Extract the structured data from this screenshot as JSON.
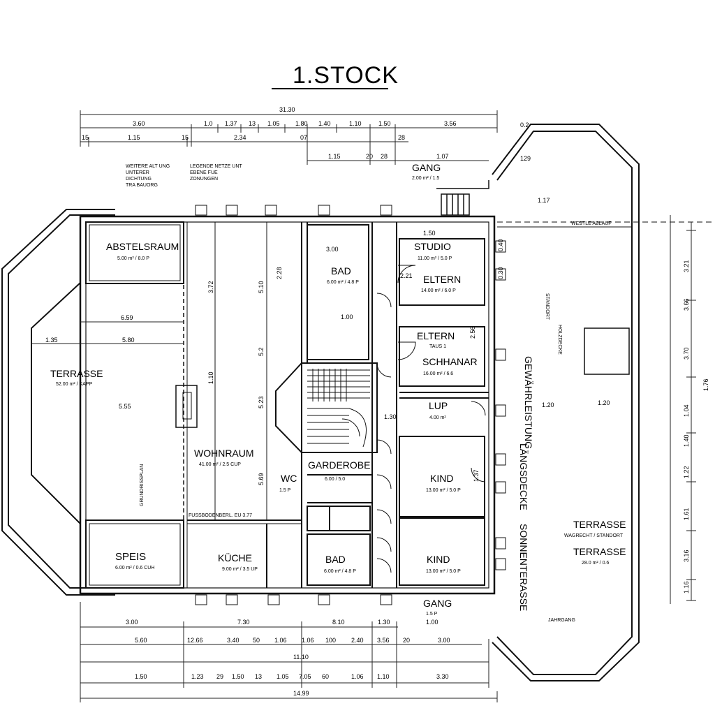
{
  "title": "1.STOCK",
  "rooms": [
    {
      "id": "abstelsraum",
      "label": "ABSTELSRAUM",
      "sub": "5.00 m² / 8.0 P"
    },
    {
      "id": "terrasse-west",
      "label": "TERRASSE",
      "sub": "52.00 m² / KAPP"
    },
    {
      "id": "wohnraum",
      "label": "WOHNRAUM",
      "sub": "41.00 m² / 2.5 CUP"
    },
    {
      "id": "speis",
      "label": "SPEIS",
      "sub": "6.00 m² / 0.6 CUH"
    },
    {
      "id": "kueche",
      "label": "KÜCHE",
      "sub": "9.00 m² / 3.5 UP"
    },
    {
      "id": "bad-upper",
      "label": "BAD",
      "sub": "6.00 m² / 4.8 P"
    },
    {
      "id": "studio",
      "label": "STUDIO",
      "sub": "11.00 m² / 5.0 P"
    },
    {
      "id": "eltern",
      "label": "ELTERN",
      "sub": "14.00 m² / 6.0 P"
    },
    {
      "id": "eltern-schlafen",
      "label": "ELTERN",
      "sub": "TAUS 1"
    },
    {
      "id": "schlafen",
      "label": "SCHHANAR",
      "sub": "16.00 m² / 6.6"
    },
    {
      "id": "wc",
      "label": "WC",
      "sub": "1.5 P"
    },
    {
      "id": "garderobe",
      "label": "GARDEROBE",
      "sub": "6.00 / 5.0"
    },
    {
      "id": "lup",
      "label": "LUP",
      "sub": "4.00 m²"
    },
    {
      "id": "kind-1",
      "label": "KIND",
      "sub": "13.00 m² / 5.0 P"
    },
    {
      "id": "kind-2",
      "label": "KIND",
      "sub": "13.00 m² / 5.0 P"
    },
    {
      "id": "bad-lower",
      "label": "BAD",
      "sub": "6.00 m² / 4.8 P"
    },
    {
      "id": "gang-top",
      "label": "GANG",
      "sub": "2.00 m² / 1.5"
    },
    {
      "id": "gang-bottom",
      "label": "GANG",
      "sub": "1.5 P"
    },
    {
      "id": "terrasse-east-1",
      "label": "TERRASSE",
      "sub": "WAGRECHT / STANDORT"
    },
    {
      "id": "terrasse-east-2",
      "label": "TERRASSE",
      "sub": "28.0 m² / 0.6"
    }
  ],
  "dims": {
    "total_top": "31.30",
    "row_top_1": [
      "3.60",
      "1.0",
      "1.37",
      "13",
      "1.05",
      "1.80",
      "1.40",
      "1.10",
      "1.50",
      "3.56",
      "0.2"
    ],
    "row_top_2": [
      "15",
      "1.15",
      "15",
      "2.34",
      "07",
      "28"
    ],
    "row_top_3": [
      "1.15",
      "20",
      "28",
      "1.07",
      "129"
    ],
    "west": [
      "6.59",
      "1.35",
      "5.80",
      "5.55"
    ],
    "interior": [
      "1.50",
      "3.00",
      "3.72",
      "5.10",
      "2.28",
      "1.10",
      "5.23",
      "5.69",
      "5.2",
      "1.20",
      "1.37",
      "1.30",
      "1.00",
      "2.56",
      "2.21",
      "0.40",
      "0.30"
    ],
    "row_bottom_1": [
      "3.00",
      "7.30",
      "8.10",
      "1.30",
      "1.00"
    ],
    "row_bottom_2": [
      "5.60",
      "12.66",
      "3.40",
      "50",
      "1.06",
      "1.06",
      "100",
      "2.40",
      "3.56",
      "20",
      "3.00"
    ],
    "total_bottom_a": "11.10",
    "row_bottom_3": [
      "1.50",
      "1.23",
      "29",
      "1.50",
      "13",
      "1.05",
      "7.05",
      "60",
      "1.06",
      "1.10",
      "3.30"
    ],
    "total_bottom_b": "14.99",
    "right_chain": [
      "3.21",
      "3.66",
      "3.70",
      "1.04",
      "1.40",
      "1.22",
      "1.61",
      "3.16",
      "1.16",
      "1.76"
    ],
    "east_level": "1.17",
    "east_mid": "1.20"
  },
  "notes": {
    "nw_1": [
      "WEITERE ALT UNG",
      "UNTERER",
      "DICHTUNG",
      "TRA BAUORG"
    ],
    "nw_2": [
      "LEGENDE NETZE UNT",
      "EBENE FUE",
      "ZONUNGEN"
    ],
    "east_strip": "WESTLE ABLAUF",
    "east_vertical": [
      "GEWÄHRLEISTUNG",
      "STANDORT",
      "HOLZDECKE",
      "SONNENTERASSE",
      "LÄNGSDECKE"
    ],
    "west_vertical": "GRUNDRISSPLAN",
    "level": "FUSSBODENBERL. EU 3.77",
    "east_small": "JAHRGANG"
  }
}
